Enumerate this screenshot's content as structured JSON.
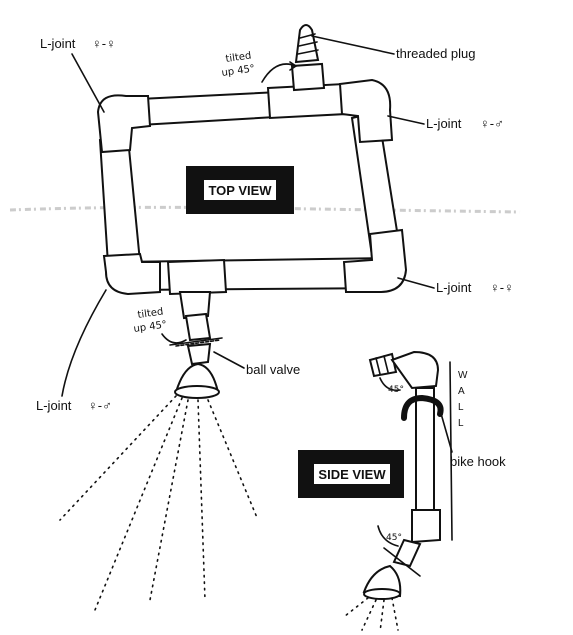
{
  "labels": {
    "top_view": "TOP VIEW",
    "side_view": "SIDE VIEW",
    "threaded_plug": "threaded plug",
    "ball_valve": "ball valve",
    "bike_hook": "bike hook",
    "l_joint_top_left": "L-joint",
    "l_joint_top_left_sym": "♀-♀",
    "l_joint_top_right": "L-joint",
    "l_joint_top_right_sym": "♀-♂",
    "l_joint_bottom_right": "L-joint",
    "l_joint_bottom_right_sym": "♀-♀",
    "l_joint_bottom_left": "L-joint",
    "l_joint_bottom_left_sym": "♀-♂",
    "tilted_top_1": "tilted",
    "tilted_top_2": "up 45°",
    "tilted_bottom_1": "tilted",
    "tilted_bottom_2": "up 45°",
    "angle_upper": "45°",
    "angle_lower": "45°",
    "wall_letters": [
      "W",
      "A",
      "L",
      "L"
    ]
  }
}
